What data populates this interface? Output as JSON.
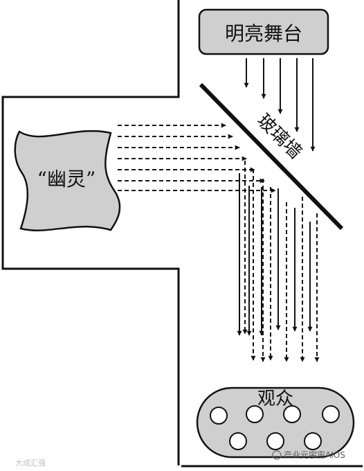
{
  "stage": {
    "label": "明亮舞台"
  },
  "ghost": {
    "label": "“幽灵”"
  },
  "glass": {
    "label": "玻璃墙"
  },
  "audience": {
    "label": "观众"
  },
  "watermarks": {
    "left": "大成汇强",
    "right": "产业元宇宙AIOS"
  },
  "colors": {
    "line": "#111111",
    "fill_gray": "#cfcfcf",
    "background": "#ffffff"
  }
}
